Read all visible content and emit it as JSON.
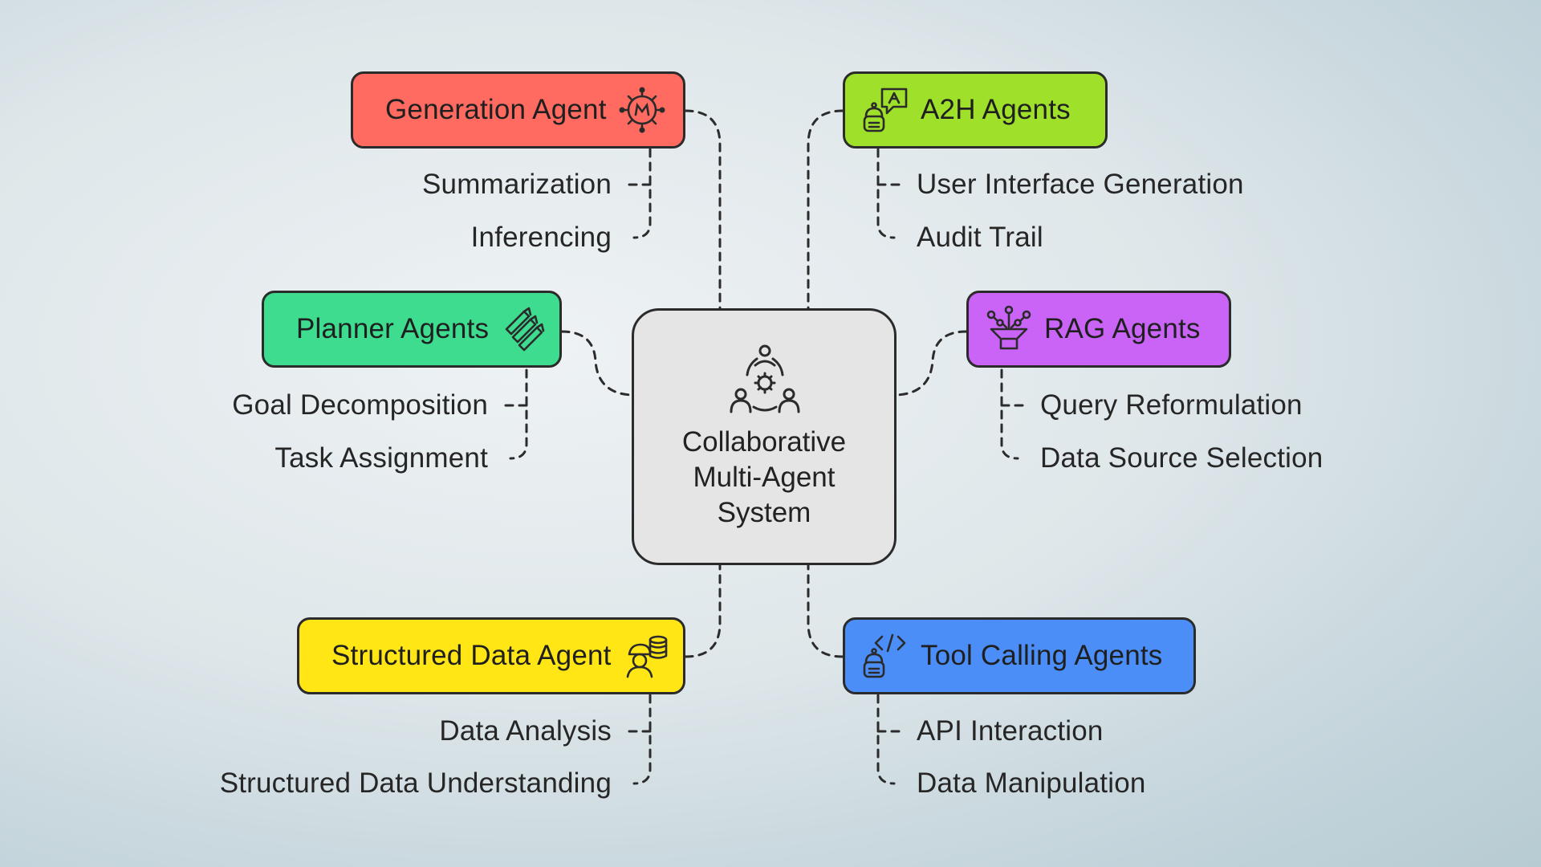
{
  "center": {
    "title": "Collaborative\nMulti-Agent\nSystem",
    "icon": "team-gear-icon"
  },
  "agents": [
    {
      "id": "generation",
      "title": "Generation Agent",
      "color": "#ff6b61",
      "icon": "ai-chip-icon",
      "items": [
        "Summarization",
        "Inferencing"
      ]
    },
    {
      "id": "planner",
      "title": "Planner Agents",
      "color": "#3ddc8f",
      "icon": "pencils-icon",
      "items": [
        "Goal Decomposition",
        "Task Assignment"
      ]
    },
    {
      "id": "structured",
      "title": "Structured Data Agent",
      "color": "#ffe614",
      "icon": "engineer-database-icon",
      "items": [
        "Data Analysis",
        "Structured Data Understanding"
      ]
    },
    {
      "id": "a2h",
      "title": "A2H Agents",
      "color": "#9ee02a",
      "icon": "robot-chat-icon",
      "items": [
        "User Interface Generation",
        "Audit Trail"
      ]
    },
    {
      "id": "rag",
      "title": "RAG Agents",
      "color": "#c964f7",
      "icon": "network-funnel-icon",
      "items": [
        "Query Reformulation",
        "Data Source Selection"
      ]
    },
    {
      "id": "tool",
      "title": "Tool Calling Agents",
      "color": "#4b8ef8",
      "icon": "robot-code-icon",
      "items": [
        "API Interaction",
        "Data Manipulation"
      ]
    }
  ],
  "style": {
    "line_color": "#2b2b2b",
    "center_fill": "#e5e5e5"
  }
}
